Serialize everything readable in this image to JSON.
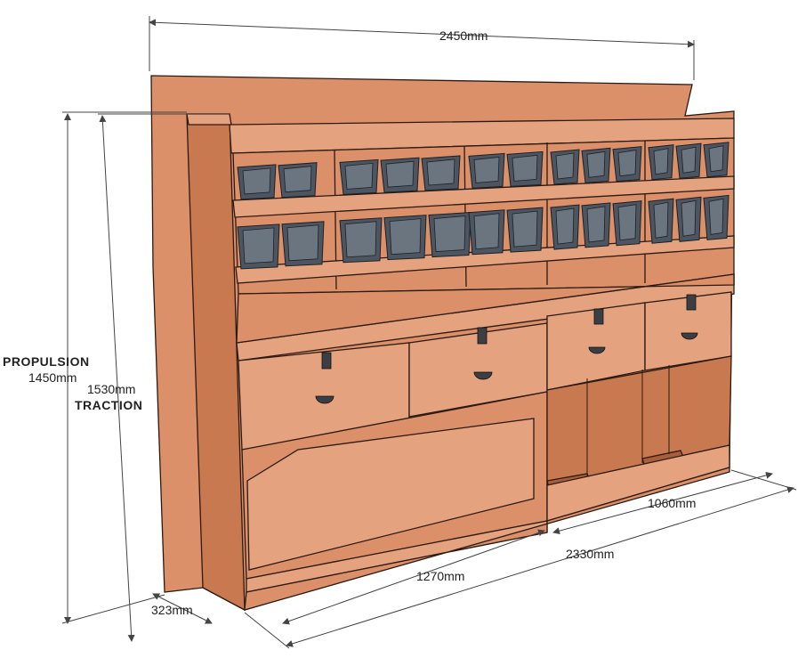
{
  "title": "Van racking shelving unit dimensions",
  "dimensions": {
    "overall_width": "2450mm",
    "height_propulsion_label": "PROPULSION",
    "height_propulsion": "1450mm",
    "height_traction": "1530mm",
    "height_traction_label": "TRACTION",
    "depth": "323mm",
    "left_section_width": "1270mm",
    "base_width": "2330mm",
    "right_section_width": "1060mm"
  },
  "colors": {
    "wood": "#dc906a",
    "bins": "#4c5560"
  }
}
